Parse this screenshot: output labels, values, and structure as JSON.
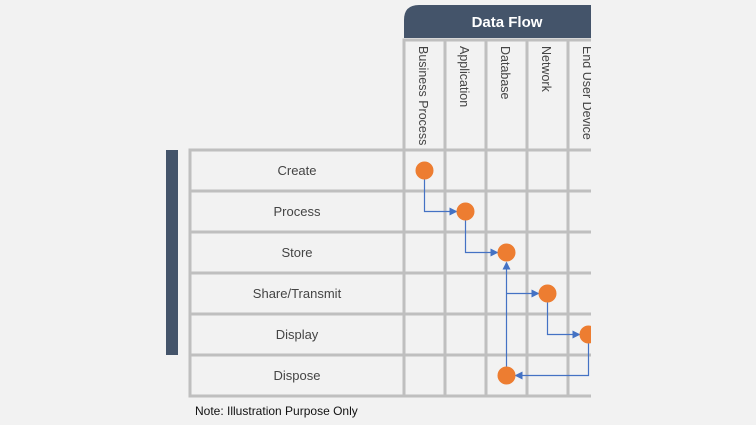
{
  "header": {
    "title": "Data Flow"
  },
  "columns": [
    "Business Process",
    "Application",
    "Database",
    "Network",
    "End User Device"
  ],
  "rows": [
    "Create",
    "Process",
    "Store",
    "Share/Transmit",
    "Display",
    "Dispose"
  ],
  "points": [
    {
      "row": 0,
      "col": 0
    },
    {
      "row": 1,
      "col": 1
    },
    {
      "row": 2,
      "col": 2
    },
    {
      "row": 3,
      "col": 3
    },
    {
      "row": 4,
      "col": 4
    },
    {
      "row": 5,
      "col": 2
    }
  ],
  "note": "Note: Illustration Purpose Only",
  "colors": {
    "header": "#44546a",
    "dot": "#ed7d31",
    "arrow": "#4472c4",
    "grid": "#bfbfbf"
  }
}
